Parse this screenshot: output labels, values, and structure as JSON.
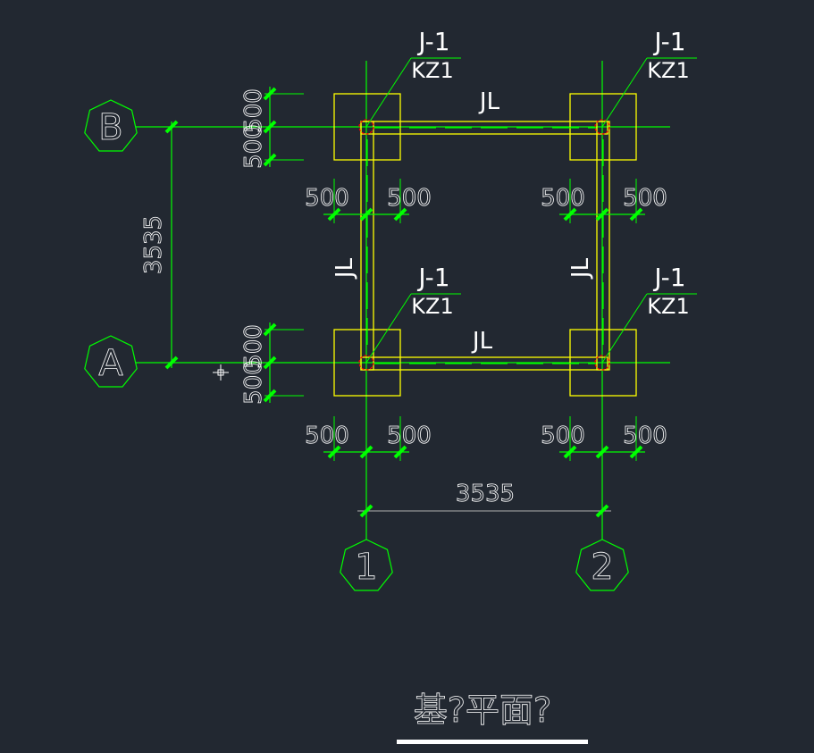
{
  "colors": {
    "background": "#222831",
    "axis": "#00ff00",
    "footing": "#ffff00",
    "column": "#ff0000",
    "text": "#ffffff",
    "grey": "#b0b0b0"
  },
  "grid": {
    "rows": [
      "B",
      "A"
    ],
    "cols": [
      "1",
      "2"
    ]
  },
  "labels": {
    "footing": "J-1",
    "column": "KZ1",
    "beam": "JL"
  },
  "dims": {
    "span": "3535",
    "half": "500"
  },
  "title": "基?平面?"
}
